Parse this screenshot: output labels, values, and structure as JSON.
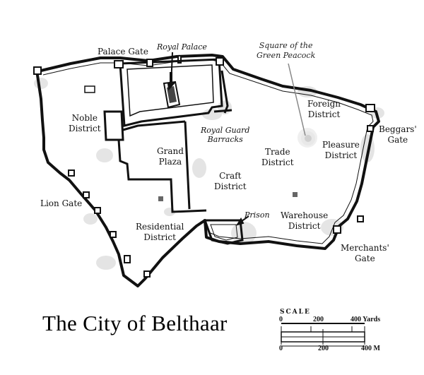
{
  "map": {
    "title": "The City of Belthaar",
    "labels": {
      "palace_gate": "Palace Gate",
      "royal_palace": "Royal Palace",
      "square_line1": "Square of the",
      "square_line2": "Green Peacock",
      "foreign_line1": "Foreign",
      "foreign_line2": "District",
      "beggars_line1": "Beggars'",
      "beggars_line2": "Gate",
      "noble_line1": "Noble",
      "noble_line2": "District",
      "royal_guard_line1": "Royal Guard",
      "royal_guard_line2": "Barracks",
      "grand_line1": "Grand",
      "grand_line2": "Plaza",
      "trade_line1": "Trade",
      "trade_line2": "District",
      "pleasure_line1": "Pleasure",
      "pleasure_line2": "District",
      "craft_line1": "Craft",
      "craft_line2": "District",
      "lion_gate": "Lion Gate",
      "prison": "Prison",
      "warehouse_line1": "Warehouse",
      "warehouse_line2": "District",
      "residential_line1": "Residential",
      "residential_line2": "District",
      "merchants_line1": "Merchants'",
      "merchants_line2": "Gate"
    },
    "scale": {
      "label": "SCALE",
      "top_0": "0",
      "top_200": "200",
      "top_400": "400 Yards",
      "bottom_0": "0",
      "bottom_200": "200",
      "bottom_400": "400 M"
    }
  }
}
